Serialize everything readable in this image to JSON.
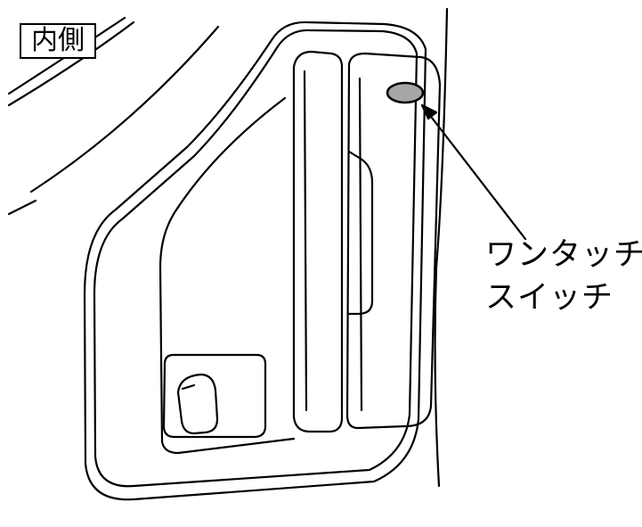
{
  "labels": {
    "side": "内側",
    "switch_line1": "ワンタッチ",
    "switch_line2": "スイッチ"
  },
  "colors": {
    "line": "#000000",
    "switch_fill": "#a6a6a6",
    "background": "#ffffff"
  }
}
